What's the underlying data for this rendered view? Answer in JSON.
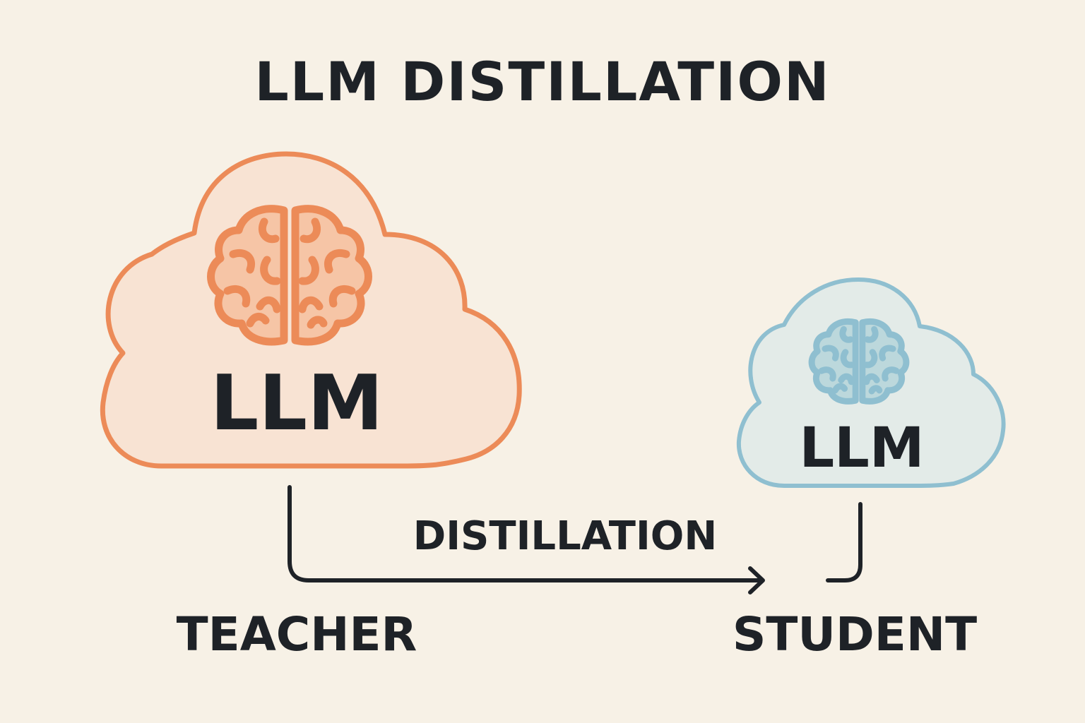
{
  "title": "LLM DISTILLATION",
  "teacher": {
    "cloud_text": "LLM",
    "label": "TEACHER",
    "stroke_color": "#ec8b58",
    "fill_color": "#f8e3d3"
  },
  "student": {
    "cloud_text": "LLM",
    "label": "STUDENT",
    "stroke_color": "#8fbfd0",
    "fill_color": "#e3ebe8"
  },
  "arrow": {
    "label": "DISTILLATION",
    "color": "#1e2227"
  },
  "icons": {
    "teacher": "brain-icon",
    "student": "brain-icon"
  }
}
